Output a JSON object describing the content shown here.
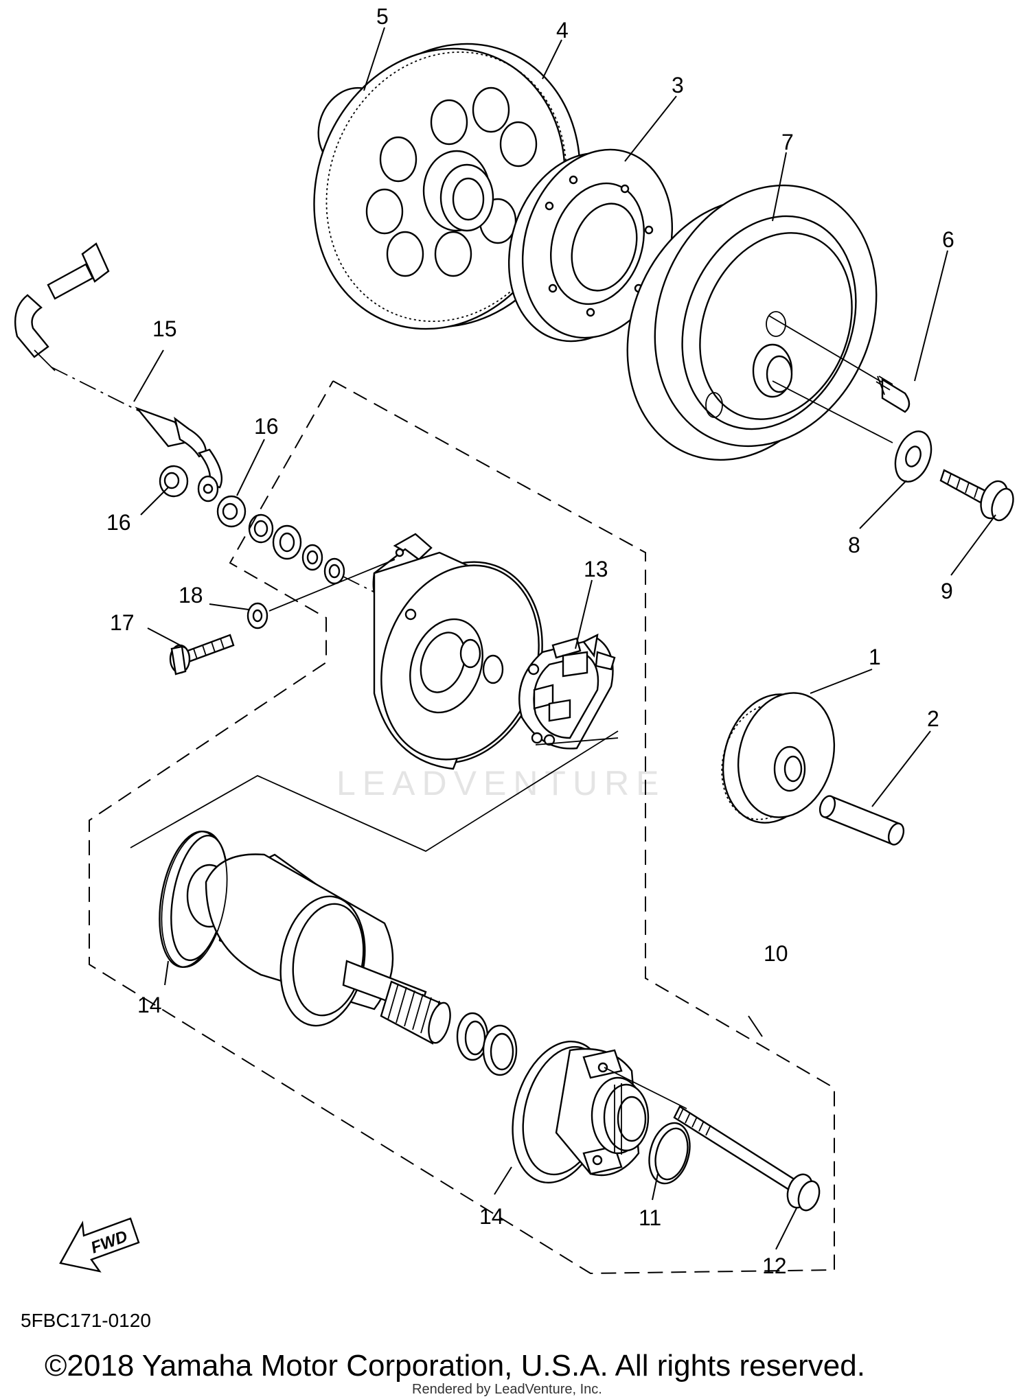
{
  "callouts": [
    "1",
    "2",
    "3",
    "4",
    "5",
    "6",
    "7",
    "8",
    "9",
    "10",
    "11",
    "12",
    "13",
    "14",
    "14",
    "15",
    "16",
    "16",
    "17",
    "18"
  ],
  "diagram_code": "5FBC171-0120",
  "copyright": "©2018 Yamaha Motor Corporation, U.S.A. All rights reserved.",
  "rendered_by": "Rendered by LeadVenture, Inc.",
  "watermark": "LEADVENTURE",
  "direction_label": "FWD",
  "colors": {
    "line": "#000000",
    "background": "#ffffff",
    "watermark": "#e4e4e4"
  }
}
